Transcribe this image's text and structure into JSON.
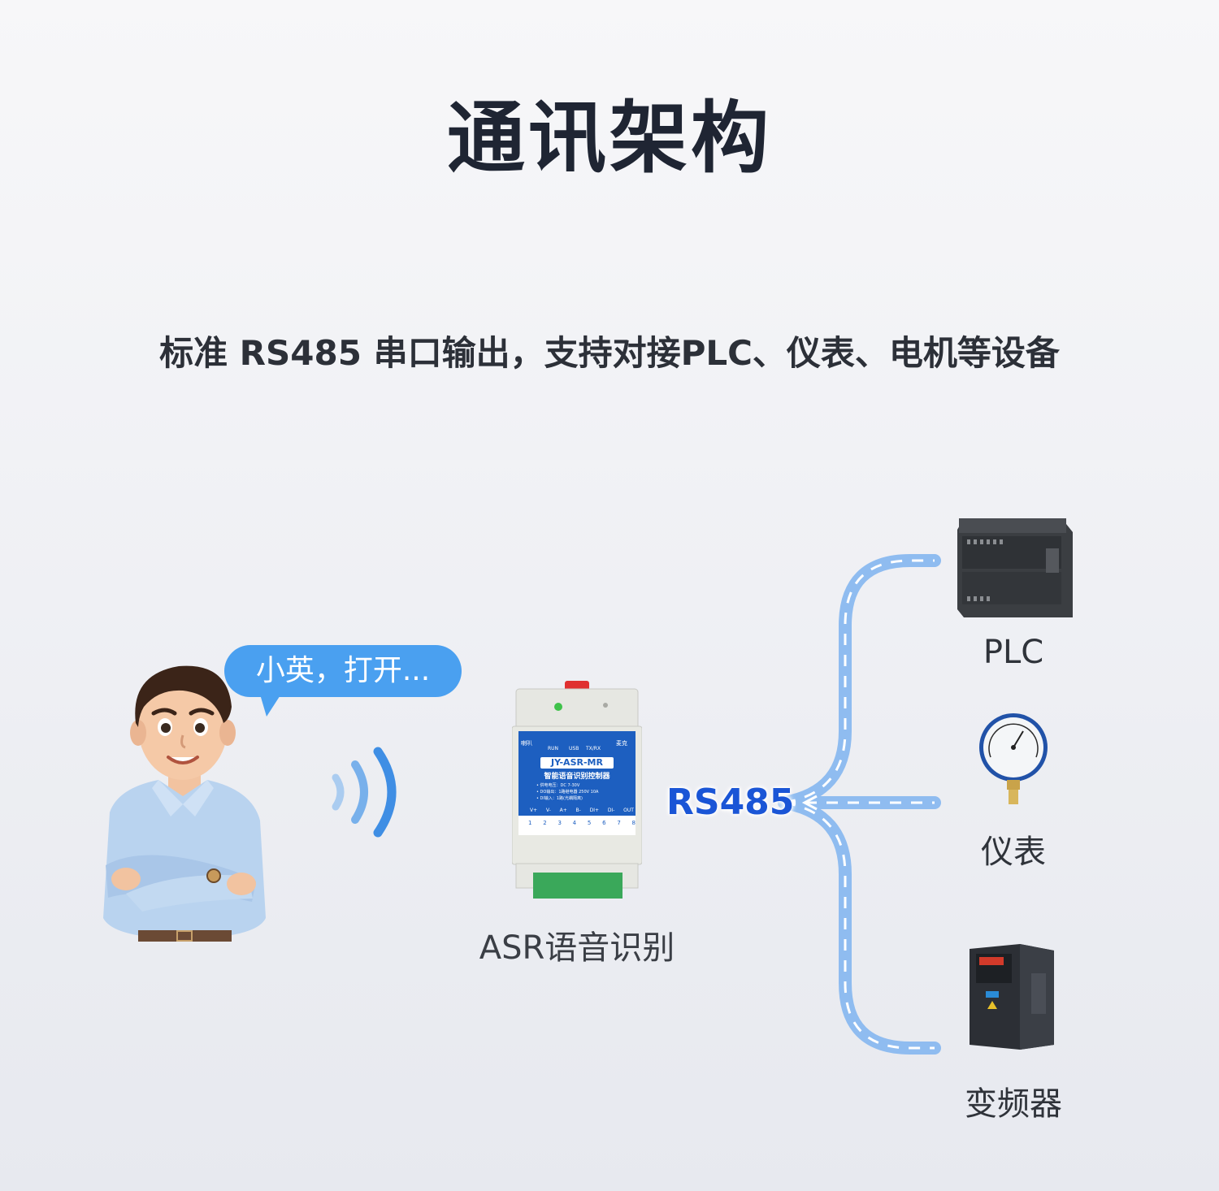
{
  "header": {
    "title": "通讯架构",
    "subtitle": "标准 RS485 串口输出，支持对接PLC、仪表、电机等设备"
  },
  "speech": {
    "bubble_text": "小英，打开..."
  },
  "controller": {
    "label": "ASR语音识别",
    "model": "JY-ASR-MR",
    "name": "智能语音识别控制器",
    "indicators": [
      "RUN",
      "USB",
      "TX/RX"
    ],
    "left_badge": "喇叭",
    "right_badge": "麦克",
    "spec_lines": [
      "• 供电电压：DC 7-30V",
      "• DO输出：1路继电器 250V 10A",
      "• DI输入：1路(光耦隔离)"
    ],
    "terminal_labels": [
      "V+",
      "V-",
      "A+",
      "B-",
      "DI+",
      "DI-",
      "OUT"
    ],
    "terminal_numbers": [
      "1",
      "2",
      "3",
      "4",
      "5",
      "6",
      "7",
      "8"
    ]
  },
  "link": {
    "protocol": "RS485",
    "color": "#8fbcf0"
  },
  "devices": [
    {
      "label": "PLC",
      "icon": "plc-icon"
    },
    {
      "label": "仪表",
      "icon": "pressure-gauge-icon"
    },
    {
      "label": "变频器",
      "icon": "inverter-icon"
    }
  ],
  "colors": {
    "bubble": "#4aa0f0",
    "protocol_text": "#1a55d6",
    "wave_gradient": [
      "#8a2be2",
      "#d01ac8"
    ]
  }
}
